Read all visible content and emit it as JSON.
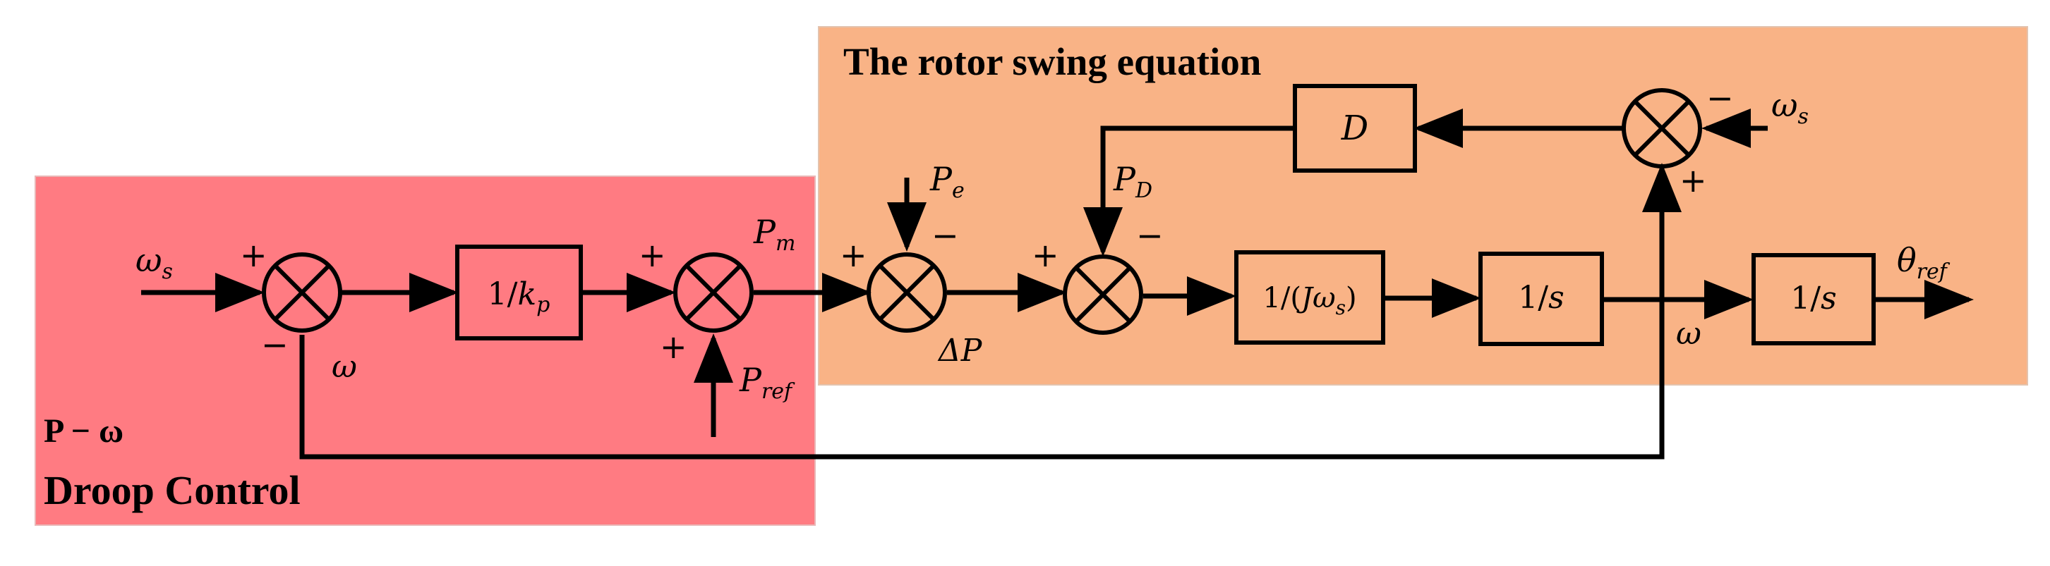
{
  "regions": {
    "droop": {
      "line1": "P − ω",
      "line2": "Droop Control",
      "color": "#ff7b82"
    },
    "swing": {
      "title": "The rotor swing equation",
      "color": "#f9b386"
    }
  },
  "blocks": {
    "kp": {
      "num": "1/",
      "var": "k",
      "sub": "p"
    },
    "d": {
      "var": "D"
    },
    "j": {
      "pre": "1/(",
      "var": "Jω",
      "sub": "s",
      "post": ")"
    },
    "int1": {
      "num": "1/",
      "var": "s"
    },
    "int2": {
      "num": "1/",
      "var": "s"
    }
  },
  "signals": {
    "omega_s_in": {
      "main": "ω",
      "sub": "s"
    },
    "omega_s_top": {
      "main": "ω",
      "sub": "s"
    },
    "omega_fb": {
      "main": "ω"
    },
    "omega_out": {
      "main": "ω"
    },
    "p_m": {
      "main": "P",
      "sub": "m"
    },
    "p_ref": {
      "main": "P",
      "sub": "ref"
    },
    "p_e": {
      "main": "P",
      "sub": "e"
    },
    "p_d": {
      "main": "P",
      "sub": "D"
    },
    "delta_p": {
      "main": "ΔP"
    },
    "theta_ref": {
      "main": "θ",
      "sub": "ref"
    }
  },
  "signs": {
    "plus": "+",
    "minus": "−"
  }
}
